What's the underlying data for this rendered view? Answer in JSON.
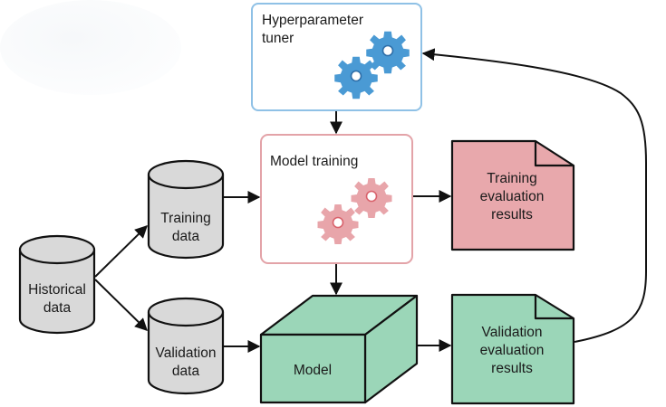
{
  "diagram": {
    "title": "Hyperparameter tuning workflow",
    "colors": {
      "tuner_border": "#8fc1e6",
      "tuner_gear": "#4a9ad4",
      "training_border": "#e3a3a8",
      "training_gear": "#e8a5aa",
      "training_results_fill": "#e8a8ac",
      "validation_fill": "#9bd6b8",
      "cylinder_fill": "#d9d9d9",
      "stroke": "#111111"
    },
    "nodes": {
      "tuner": {
        "line1": "Hyperparameter",
        "line2": "tuner"
      },
      "training": {
        "label": "Model training"
      },
      "historical": {
        "line1": "Historical",
        "line2": "data"
      },
      "training_data": {
        "line1": "Training",
        "line2": "data"
      },
      "validation_data": {
        "line1": "Validation",
        "line2": "data"
      },
      "model": {
        "label": "Model"
      },
      "training_results": {
        "line1": "Training",
        "line2": "evaluation",
        "line3": "results"
      },
      "validation_results": {
        "line1": "Validation",
        "line2": "evaluation",
        "line3": "results"
      }
    },
    "edges": [
      {
        "from": "historical",
        "to": "training_data"
      },
      {
        "from": "historical",
        "to": "validation_data"
      },
      {
        "from": "training_data",
        "to": "training"
      },
      {
        "from": "tuner",
        "to": "training"
      },
      {
        "from": "training",
        "to": "training_results"
      },
      {
        "from": "training",
        "to": "model"
      },
      {
        "from": "validation_data",
        "to": "model"
      },
      {
        "from": "model",
        "to": "validation_results"
      },
      {
        "from": "validation_results",
        "to": "tuner"
      }
    ]
  }
}
